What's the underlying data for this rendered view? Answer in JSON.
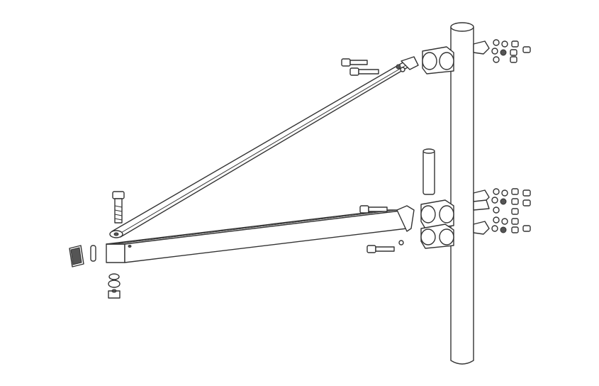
{
  "diagram": {
    "type": "exploded-assembly-line-drawing",
    "colors": {
      "line": "#333333",
      "background": "#ffffff",
      "shade": "#555555"
    },
    "parts": [
      "vertical-pole",
      "diagonal-brace",
      "horizontal-arm",
      "pole-clamp-upper",
      "pole-clamp-middle",
      "pole-clamp-lower",
      "pivot-pin",
      "bolts",
      "nuts",
      "washers",
      "end-cap"
    ]
  }
}
